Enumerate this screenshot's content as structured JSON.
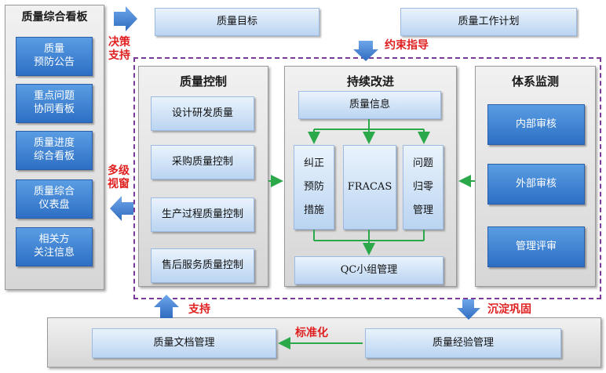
{
  "dashboard": {
    "title": "质量综合看板",
    "items": [
      "质量\n预防公告",
      "重点问题\n协同看板",
      "质量进度\n综合看板",
      "质量综合\n仪表盘",
      "相关方\n关注信息"
    ]
  },
  "top": {
    "target": "质量目标",
    "plan": "质量工作计划"
  },
  "labels": {
    "decision": "决策\n支持",
    "constraint": "约束指导",
    "multilevel": "多级\n视窗",
    "support": "支持",
    "consolidate": "沉淀巩固",
    "standardize": "标准化"
  },
  "control": {
    "title": "质量控制",
    "items": [
      "设计研发质量",
      "采购质量控制",
      "生产过程质量控制",
      "售后服务质量控制"
    ]
  },
  "improve": {
    "title": "持续改进",
    "info": "质量信息",
    "col1": [
      "纠正",
      "预防",
      "措施"
    ],
    "fracas": "FRACAS",
    "col3": [
      "问题",
      "归零",
      "管理"
    ],
    "qc": "QC小组管理"
  },
  "monitor": {
    "title": "体系监测",
    "items": [
      "内部审核",
      "外部审核",
      "管理评审"
    ]
  },
  "bottom": {
    "docs": "质量文档管理",
    "experience": "质量经验管理"
  },
  "colors": {
    "accent_red": "#e02020",
    "arrow_blue": "#3f7fd6",
    "flow_green": "#2aa84a",
    "dashed_border": "#7a3a9a"
  }
}
